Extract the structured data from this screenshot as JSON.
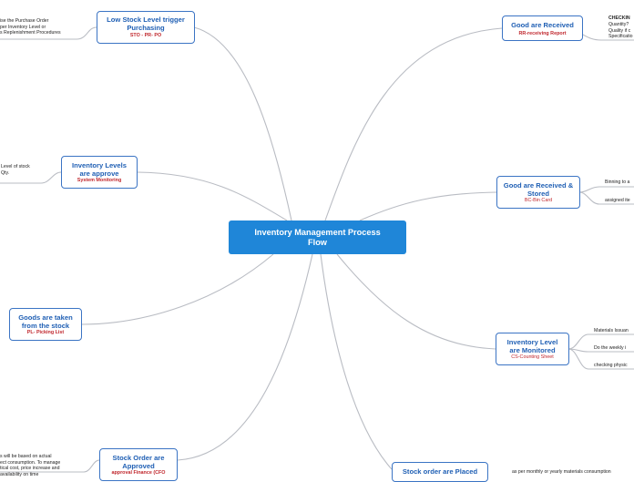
{
  "central": {
    "title": "Inventory Management Process Flow"
  },
  "nodes": {
    "low_stock": {
      "title": "Low Stock Level trigger Purchasing",
      "sub": "STO - PR- PO"
    },
    "inv_approve": {
      "title": "Inventory Levels are approve",
      "sub": "System Monitoring"
    },
    "goods_taken": {
      "title": "Goods are taken from the stock",
      "sub": "PL- Picking List"
    },
    "stock_order_approved": {
      "title": "Stock Order are Approved",
      "sub": "approval Finance (CFO"
    },
    "good_received": {
      "title": "Good are Received",
      "sub": "RR-receiving Report"
    },
    "received_stored": {
      "title": "Good are Received & Stored",
      "sub": "BC-Bin Card"
    },
    "inv_monitored": {
      "title": "Inventory Level are Monitored",
      "sub": "CS-Counting Sheet"
    },
    "stock_order_placed": {
      "title": "Stock order are Placed"
    }
  },
  "notes": {
    "low_stock": "ise the Purchase Order\n per Inventory Level or\ns Replenishment Procedures",
    "inv_approve": "Level of stock\nQty.",
    "stock_order_approved": "s will be based on actual\nect consumption. To manage\ntical cost, price increase and\n availability on time",
    "checking_title": "CHECKIN",
    "checking": "Quantity?\nQuality if c\nSpecificatio",
    "binning": "Binning to a",
    "assigned": "assigned ite",
    "issuance": "Materials Issuan",
    "weekly": "Do the weekly i",
    "physical": "checking physic",
    "monthly": "as per monthly or yearly materials consumption"
  }
}
